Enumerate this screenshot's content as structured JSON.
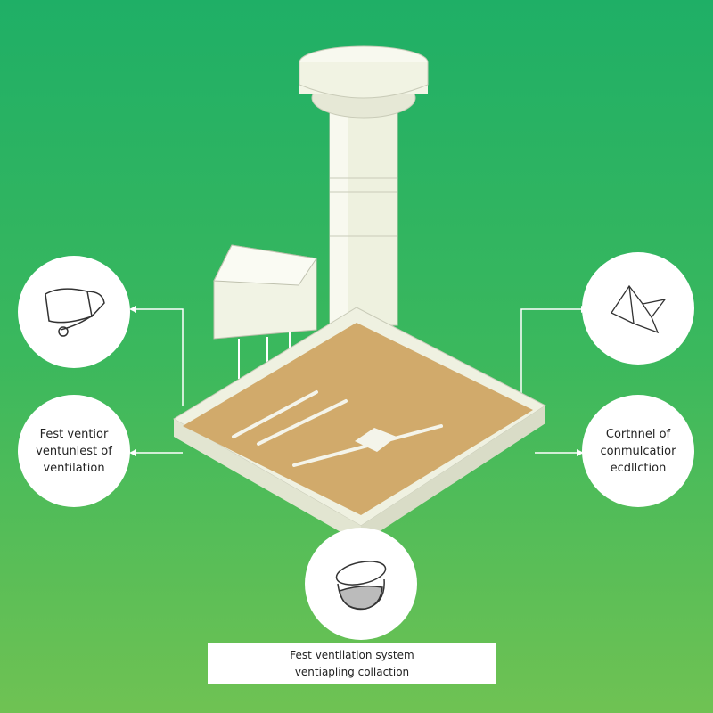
{
  "labels": {
    "left": [
      "Fest ventior",
      "ventunlest of",
      "ventilation"
    ],
    "right": [
      "Cortnnel of",
      "conmulcatior",
      "ecdllction"
    ]
  },
  "caption": {
    "line1": "Fest ventllation system",
    "line2": "ventiapling collaction"
  },
  "colors": {
    "background_top": "#1faf66",
    "background_bottom": "#6fc253",
    "panel_face": "#d1aa6b",
    "duct": "#f2f4e4"
  }
}
